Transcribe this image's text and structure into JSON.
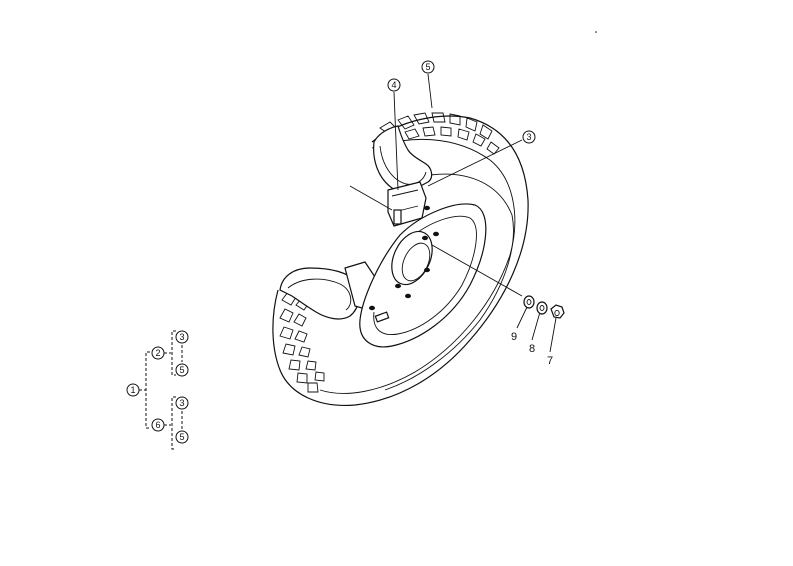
{
  "callouts": {
    "tire": "5",
    "tube": "4",
    "rim": "3",
    "washer": "9",
    "lock_washer": "8",
    "nut": "7"
  },
  "tree": {
    "root": "1",
    "branch_a": "2",
    "branch_a_top": "3",
    "branch_a_bottom": "5",
    "branch_b": "6",
    "branch_b_top": "3",
    "branch_b_bottom": "5"
  }
}
